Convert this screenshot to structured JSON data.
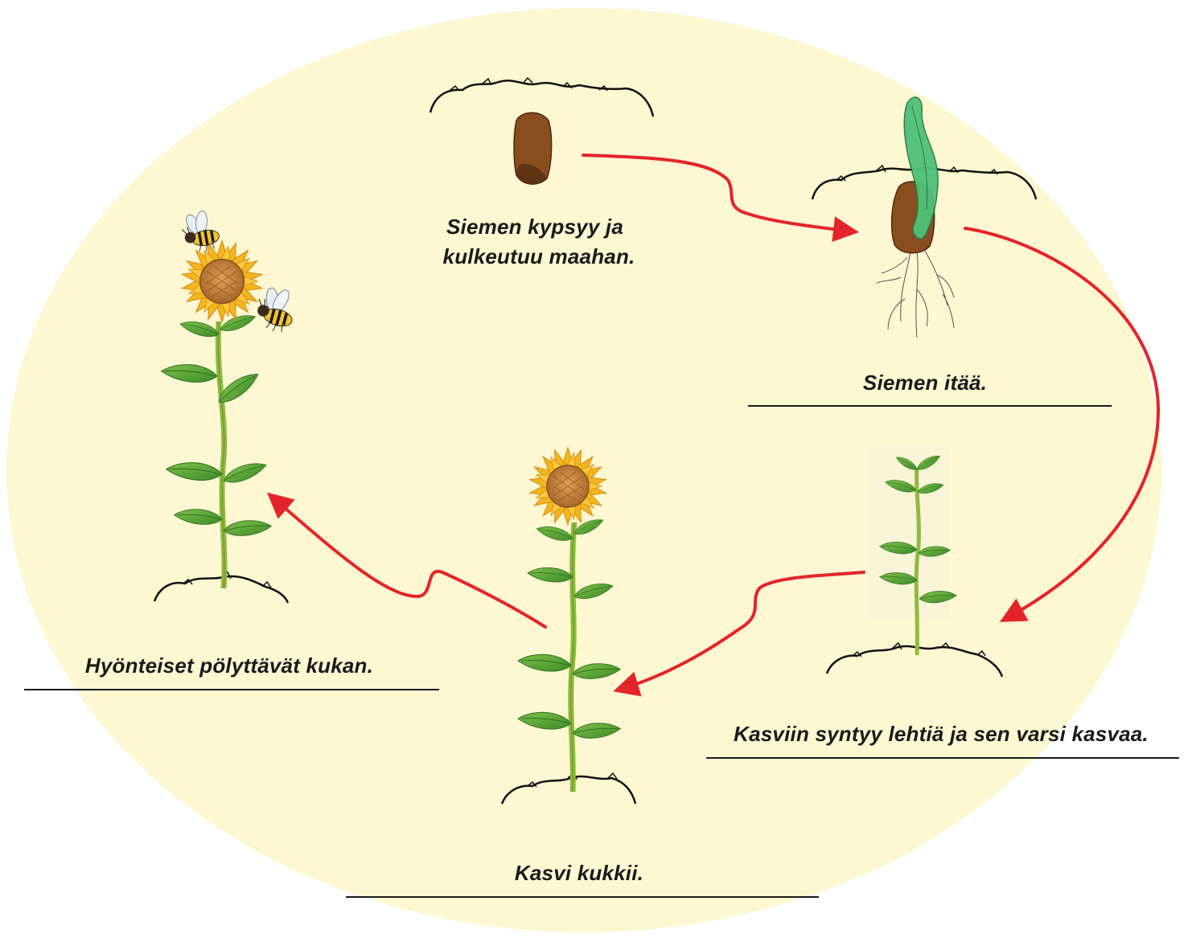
{
  "colors": {
    "background_oval": "#fdf7d2",
    "arrow": "#e4242b",
    "leaf": "#5aa53a",
    "stem": "#8fba3f",
    "petal": "#f3b61f",
    "center": "#c7873d",
    "seed": "#8a4e1e",
    "sprout": "#4fc07a",
    "soil_line": "#111111",
    "text": "#1a1a1a"
  },
  "stages": [
    {
      "id": "seed",
      "line1": "Siemen kypsyy ja",
      "line2": "kulkeutuu maahan."
    },
    {
      "id": "germinate",
      "text": "Siemen itää."
    },
    {
      "id": "grow",
      "text": "Kasviin syntyy lehtiä ja sen varsi kasvaa."
    },
    {
      "id": "bloom",
      "text": "Kasvi kukkii."
    },
    {
      "id": "pollinate",
      "text": "Hyönteiset pölyttävät kukan."
    }
  ],
  "icons": [
    "seed-icon",
    "sprouting-seed-icon",
    "young-plant-icon",
    "sunflower-icon",
    "sunflower-with-bees-icon",
    "bee-icon",
    "cycle-arrow-icon"
  ]
}
